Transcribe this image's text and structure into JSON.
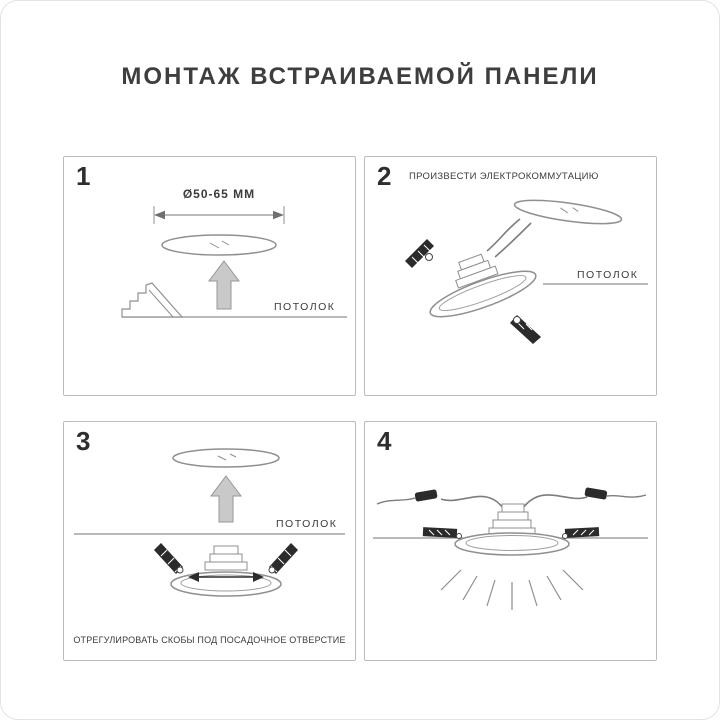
{
  "title": "МОНТАЖ ВСТРАИВАЕМОЙ ПАНЕЛИ",
  "colors": {
    "text": "#3b3b3d",
    "line": "#8f8f8f",
    "clip": "#2b2b2b",
    "panel_border": "#bcbcbc"
  },
  "steps": [
    {
      "number": "1",
      "dimension_label": "Ø50-65 ММ",
      "ceiling_label": "ПОТОЛОК"
    },
    {
      "number": "2",
      "caption": "ПРОИЗВЕСТИ ЭЛЕКТРОКОММУТАЦИЮ",
      "ceiling_label": "ПОТОЛОК"
    },
    {
      "number": "3",
      "ceiling_label": "ПОТОЛОК",
      "caption": "ОТРЕГУЛИРОВАТЬ СКОБЫ ПОД ПОСАДОЧНОЕ ОТВЕРСТИЕ"
    },
    {
      "number": "4"
    }
  ]
}
